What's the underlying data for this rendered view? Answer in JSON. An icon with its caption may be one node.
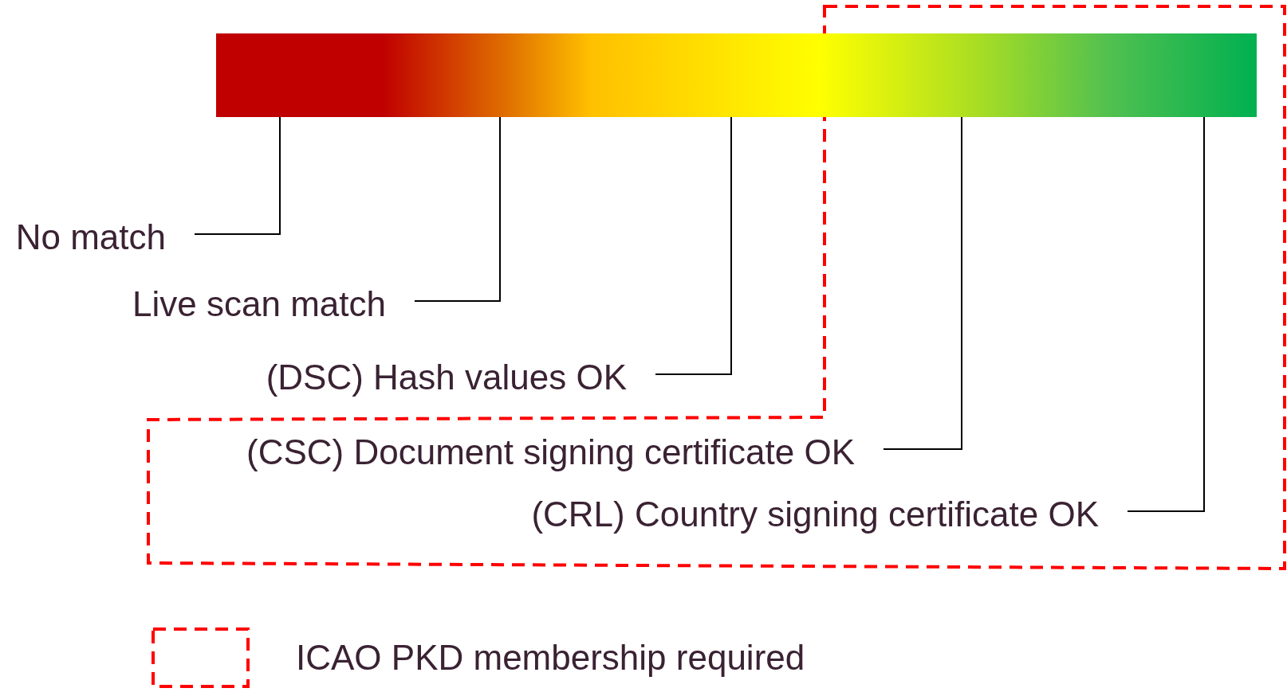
{
  "diagram": {
    "nodes": [
      {
        "text": [],
        "shape": "bar"
      },
      {
        "text": [
          "No match"
        ]
      },
      {
        "text": [
          "Live scan match"
        ]
      },
      {
        "text": [
          "(DSC) Hash values OK"
        ]
      },
      {
        "text": [
          "(CSC) Document signing certificate OK"
        ]
      },
      {
        "text": [
          "(CRL) Country signing certificate OK"
        ]
      }
    ],
    "edges": [
      {
        "from": 1,
        "to": 0,
        "arrow": "none"
      },
      {
        "from": 2,
        "to": 0,
        "arrow": "none"
      },
      {
        "from": 3,
        "to": 0,
        "arrow": "none"
      },
      {
        "from": 4,
        "to": 0,
        "arrow": "none"
      },
      {
        "from": 5,
        "to": 0,
        "arrow": "none"
      }
    ],
    "legend": [
      {
        "text": "ICAO PKD membership required"
      }
    ]
  }
}
